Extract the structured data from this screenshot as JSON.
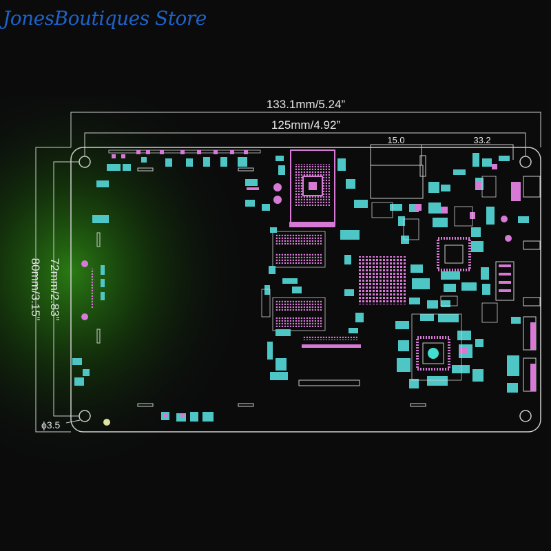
{
  "store": {
    "title": "JonesBoutiques Store"
  },
  "dimensions": {
    "overall_width": "133.1mm/5.24”",
    "hole_spacing_width": "125mm/4.92”",
    "overall_height": "80mm/3.15”",
    "hole_spacing_height": "72mm/2.83”",
    "mounting_hole": "ϕ3.5",
    "port_dim_a": "15.0",
    "port_dim_b": "33.2"
  },
  "colors": {
    "background": "#0b0b0c",
    "glow": "#1f6f0c",
    "outline": "#cfcfcf",
    "pad_magenta": "#d67ad6",
    "pad_cyan": "#4fc6c6",
    "title": "#1e62c8"
  }
}
